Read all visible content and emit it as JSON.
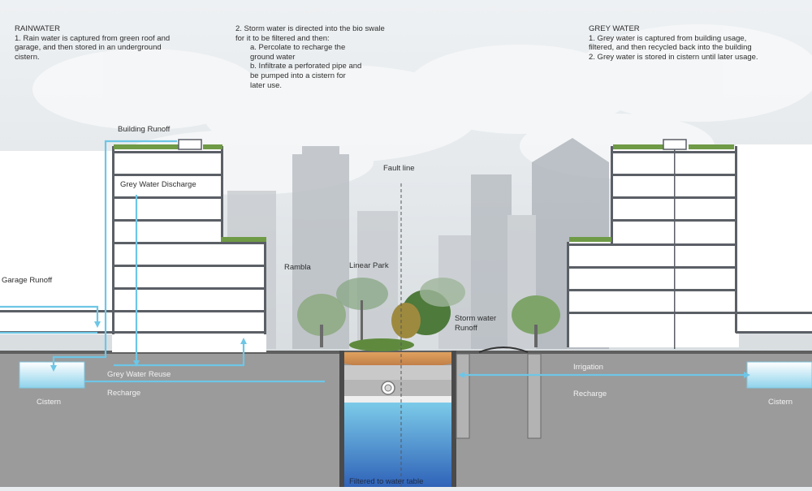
{
  "notes": {
    "rainwater": {
      "title": "RAINWATER",
      "lines": [
        "1. Rain water  is captured from green roof and",
        "garage, and then stored in an underground",
        "cistern."
      ]
    },
    "storm": {
      "lines": [
        "2. Storm water is directed into the bio swale",
        "for it to be filtered and then:"
      ],
      "sub": [
        "a.  Percolate to recharge the",
        "ground water",
        "b. Infiltrate a perforated pipe and",
        "be pumped into a cistern for",
        "later use."
      ]
    },
    "grey": {
      "title": "GREY WATER",
      "lines": [
        "1. Grey water is captured from building usage,",
        "filtered, and then recycled back into the building",
        "2. Grey water is stored in cistern until later usage."
      ]
    }
  },
  "labels": {
    "building_runoff": "Building Runoff",
    "grey_water_discharge": "Grey Water Discharge",
    "garage_runoff": "Garage Runoff",
    "fault_line": "Fault line",
    "rambla": "Rambla",
    "linear_park": "Linear Park",
    "storm_water_runoff_1": "Storm water",
    "storm_water_runoff_2": "Runoff",
    "grey_water_reuse": "Grey Water Reuse",
    "recharge_left": "Recharge",
    "cistern_left": "Cistern",
    "irrigation": "Irrigation",
    "recharge_right": "Recharge",
    "cistern_right": "Cistern",
    "filtered": "Filtered to water table"
  },
  "colors": {
    "flow_line": "#6ec6e6",
    "ground": "#9a9a9a",
    "building_fill": "#ffffff",
    "floor_slab": "#5b5f66",
    "green_roof": "#6f9a46",
    "water_deep": "#3e76c4",
    "soil": "#c98a52"
  }
}
